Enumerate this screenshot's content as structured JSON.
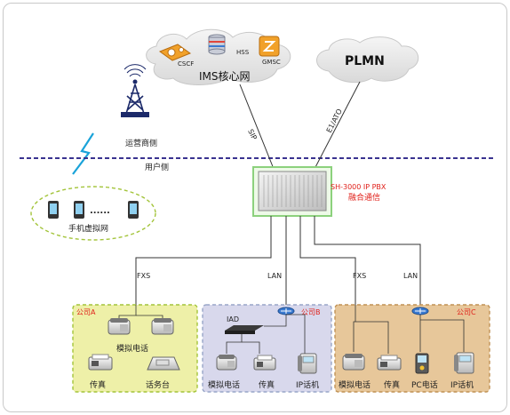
{
  "colors": {
    "cloud": "#e6e6e6",
    "dashed_line": "#3a3390",
    "lightning": "#1aa3d9",
    "pbx_border": "#8cd17d",
    "pbx_label": "#e0201a",
    "company_a_fill": "#eef0a8",
    "company_a_border": "#a3c43a",
    "company_b_fill": "#d8d8ec",
    "company_b_border": "#98a6c8",
    "company_c_fill": "#e7c79a",
    "company_c_border": "#c09255",
    "company_label": "#e0201a",
    "mobile_group_border": "#a3c43a"
  },
  "clouds": {
    "ims_label": "IMS核心网",
    "csc_label": "CSCF",
    "hss_label": "HSS",
    "gmsc_label": "GMSC",
    "plmn_label": "PLMN"
  },
  "links": {
    "sip": "SIP",
    "e1_ato": "E1/ATO",
    "fxs_left": "FXS",
    "lan_mid": "LAN",
    "fxs_right": "FXS",
    "lan_right": "LAN"
  },
  "zones": {
    "operator_side": "运营商侧",
    "user_side": "用户侧"
  },
  "pbx": {
    "line1": "SH-3000 IP PBX",
    "line2": "融合通信"
  },
  "mobile_group": {
    "label": "手机虚拟网",
    "dots": "......"
  },
  "company_a": {
    "title": "公司A",
    "analog_phone": "模拟电话",
    "fax": "传真",
    "console": "话务台"
  },
  "company_b": {
    "title": "公司B",
    "iad": "IAD",
    "analog_phone": "模拟电话",
    "fax": "传真",
    "ip_phone": "IP话机"
  },
  "company_c": {
    "title": "公司C",
    "analog_phone": "模拟电话",
    "fax": "传真",
    "pc_phone": "PC电话",
    "ip_phone": "IP话机"
  }
}
